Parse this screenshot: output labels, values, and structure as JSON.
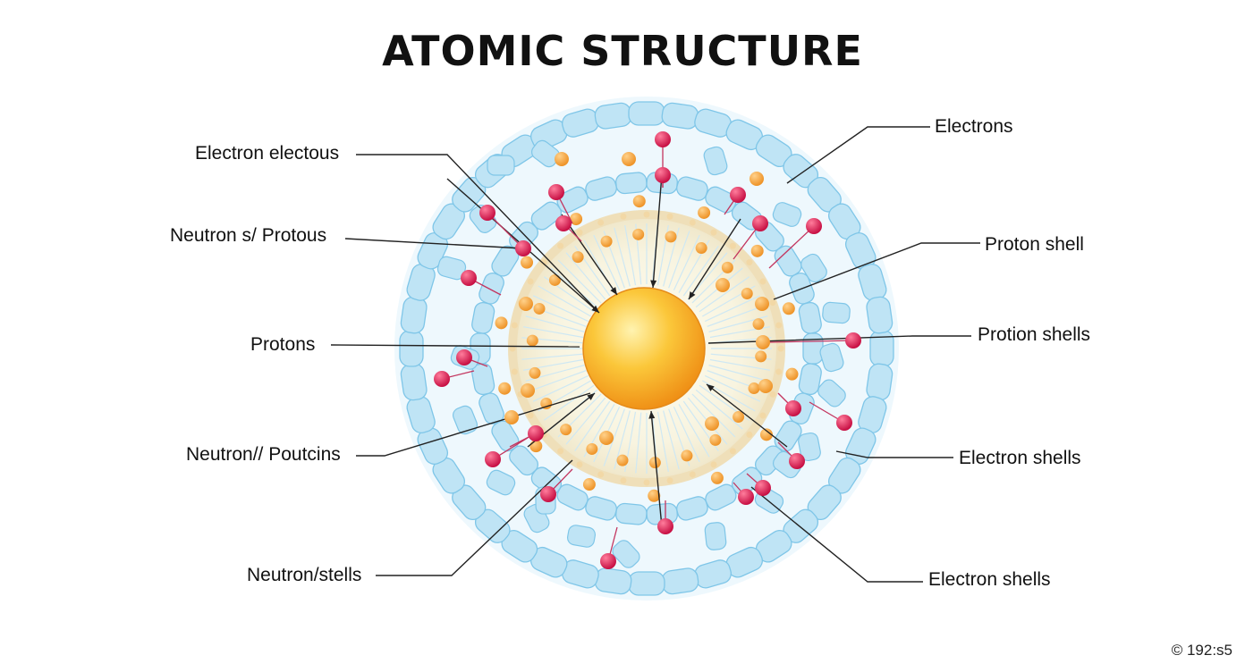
{
  "title": "ATOMIC STRUCTURE",
  "labels": {
    "left": [
      "Electron electous",
      "Neutron s/ Protous",
      "Protons",
      "Neutron// Poutcins",
      "Neutron/stells"
    ],
    "right": [
      "Electrons",
      "Proton shell",
      "Protion shells",
      "Electron shells",
      "Electron shells"
    ]
  },
  "copyright": "© 192:s5",
  "colors": {
    "nucleus": "#f5a623",
    "electron": "#d81b4f",
    "proton_dot": "#f3a33a",
    "shell": "#bfe4f5",
    "shell_outline": "#7fc6e8"
  }
}
